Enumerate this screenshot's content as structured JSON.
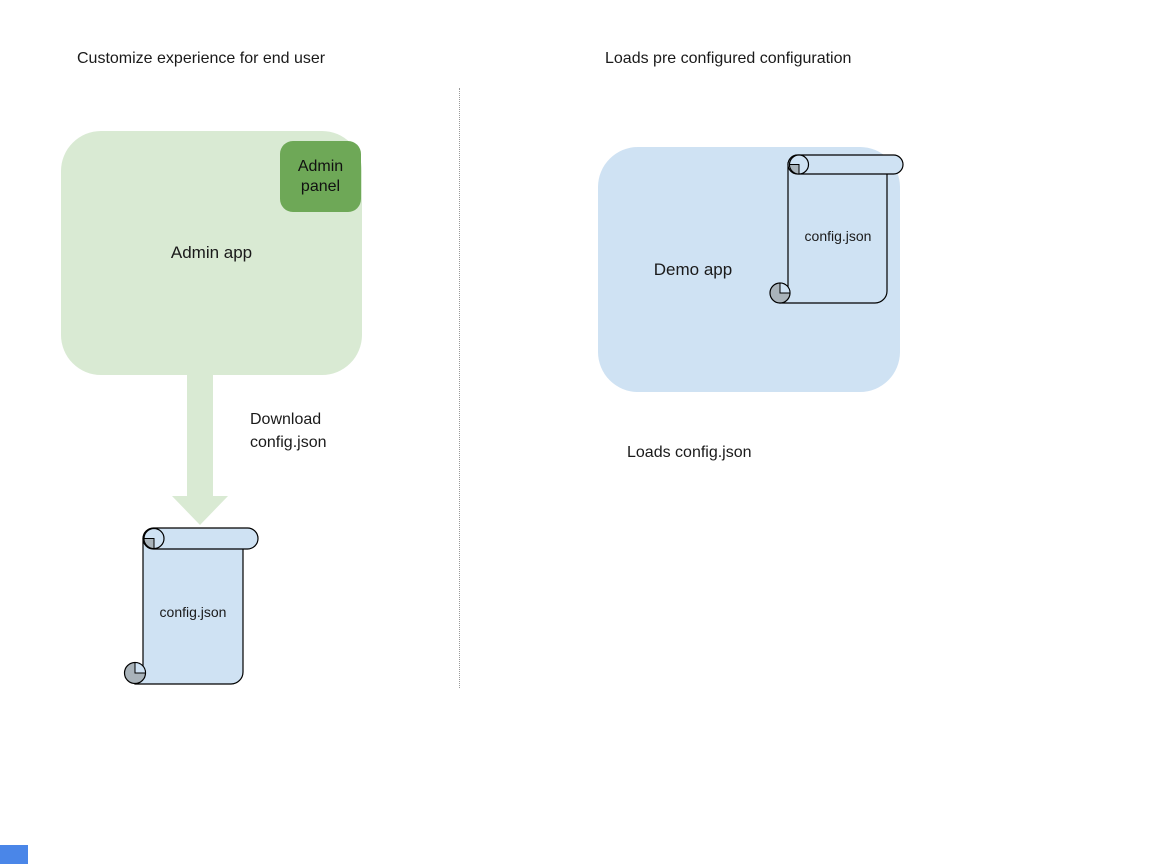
{
  "diagram": {
    "left": {
      "title": "Customize experience for end user",
      "admin_app_label": "Admin app",
      "admin_panel_label": "Admin panel",
      "download_label": "Download config.json",
      "scroll_file_label": "config.json"
    },
    "right": {
      "title": "Loads pre configured configuration",
      "demo_app_label": "Demo app",
      "scroll_file_label": "config.json",
      "caption": "Loads config.json"
    }
  },
  "colors": {
    "app_green": "#d9ead3",
    "badge_green": "#6ea857",
    "app_blue": "#cfe2f3",
    "scroll_blue": "#cfe2f3",
    "curl_gray": "#a9b3ba",
    "outline_black": "#000000",
    "divider_gray": "#999999",
    "corner_square_blue": "#4a86e8",
    "text": "#1a1a1a"
  }
}
